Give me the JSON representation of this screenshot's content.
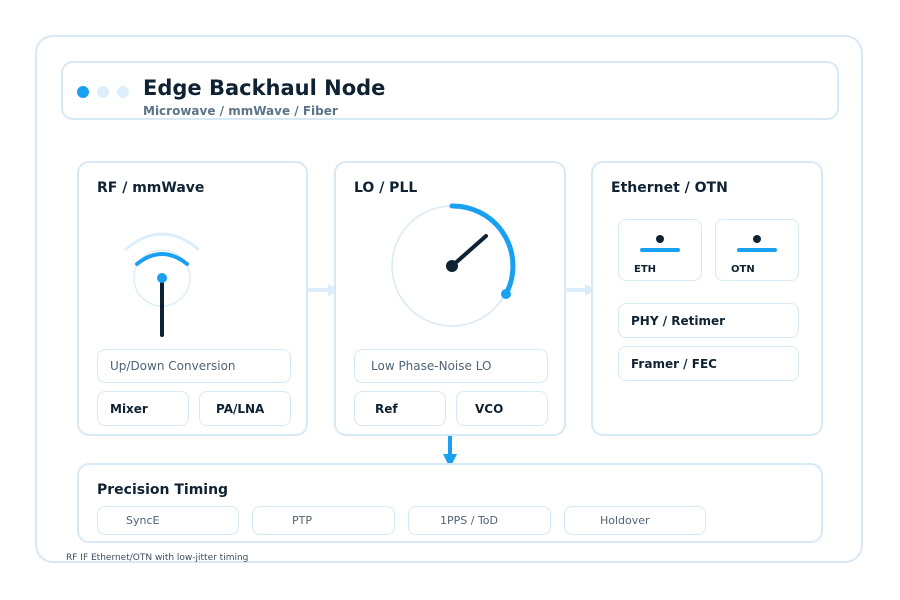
{
  "header": {
    "title": "Edge Backhaul Node",
    "subtitle": "Microwave / mmWave / Fiber",
    "dots": [
      "#1aa0f0",
      "#dceefb",
      "#dceefb"
    ]
  },
  "rf": {
    "title": "RF / mmWave",
    "conversion_label": "Up/Down Conversion",
    "mixer_label": "Mixer",
    "pa_lna_label": "PA/LNA"
  },
  "lo": {
    "title": "LO / PLL",
    "lo_label": "Low Phase-Noise LO",
    "ref_label": "Ref",
    "vco_label": "VCO"
  },
  "eth": {
    "title": "Ethernet / OTN",
    "eth_chip_label": "ETH",
    "otn_chip_label": "OTN",
    "phy_label": "PHY / Retimer",
    "framer_label": "Framer / FEC"
  },
  "timing": {
    "title": "Precision Timing",
    "items": [
      "SyncE",
      "PTP",
      "1PPS / ToD",
      "Holdover"
    ]
  },
  "footer": {
    "note": "RF  IF  Ethernet/OTN with low-jitter timing"
  },
  "colors": {
    "accent": "#1aa0f0",
    "accent_light": "#dceefb",
    "dark": "#0f2233",
    "border": "#d8e9f6"
  }
}
